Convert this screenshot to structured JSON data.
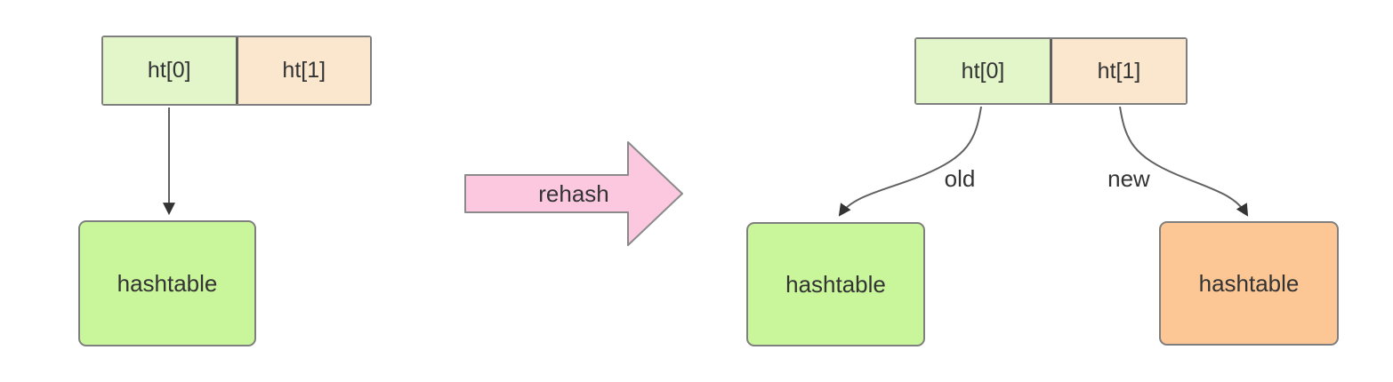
{
  "colors": {
    "cell_green": "#e3f6ca",
    "cell_peach": "#fbe7cd",
    "box_green": "#c9f69a",
    "box_orange": "#fdc795",
    "arrow_pink": "#fcc8df",
    "border_gray": "#7f7f7f",
    "line_gray": "#616161",
    "arrowhead": "#333333",
    "text": "#333333"
  },
  "left_group": {
    "ht_cells": [
      {
        "label": "ht[0]"
      },
      {
        "label": "ht[1]"
      }
    ],
    "hashtable_label": "hashtable"
  },
  "rehash_arrow": {
    "label": "rehash"
  },
  "right_group": {
    "ht_cells": [
      {
        "label": "ht[0]"
      },
      {
        "label": "ht[1]"
      }
    ],
    "edges": [
      {
        "label": "old"
      },
      {
        "label": "new"
      }
    ],
    "old_hashtable_label": "hashtable",
    "new_hashtable_label": "hashtable"
  }
}
